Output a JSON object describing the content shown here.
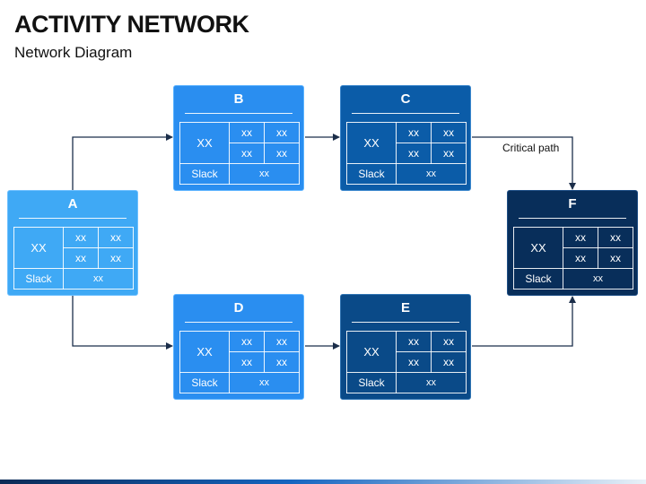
{
  "title": "ACTIVITY NETWORK",
  "subtitle": "Network Diagram",
  "critical_path_label": "Critical path",
  "nodes": {
    "a": {
      "name": "A",
      "main": "XX",
      "cells": [
        "xx",
        "xx",
        "xx",
        "xx"
      ],
      "slack_label": "Slack",
      "slack_value": "xx"
    },
    "b": {
      "name": "B",
      "main": "XX",
      "cells": [
        "xx",
        "xx",
        "xx",
        "xx"
      ],
      "slack_label": "Slack",
      "slack_value": "xx"
    },
    "c": {
      "name": "C",
      "main": "XX",
      "cells": [
        "xx",
        "xx",
        "xx",
        "xx"
      ],
      "slack_label": "Slack",
      "slack_value": "xx"
    },
    "d": {
      "name": "D",
      "main": "XX",
      "cells": [
        "xx",
        "xx",
        "xx",
        "xx"
      ],
      "slack_label": "Slack",
      "slack_value": "xx"
    },
    "e": {
      "name": "E",
      "main": "XX",
      "cells": [
        "xx",
        "xx",
        "xx",
        "xx"
      ],
      "slack_label": "Slack",
      "slack_value": "xx"
    },
    "f": {
      "name": "F",
      "main": "XX",
      "cells": [
        "xx",
        "xx",
        "xx",
        "xx"
      ],
      "slack_label": "Slack",
      "slack_value": "xx"
    }
  },
  "colors": {
    "node_a": "#3fa9f5",
    "node_b_d": "#2a8ef0",
    "node_c": "#0b5ca8",
    "node_e": "#0a4a88",
    "node_f": "#082e5a",
    "connector": "#1b2e4a"
  }
}
